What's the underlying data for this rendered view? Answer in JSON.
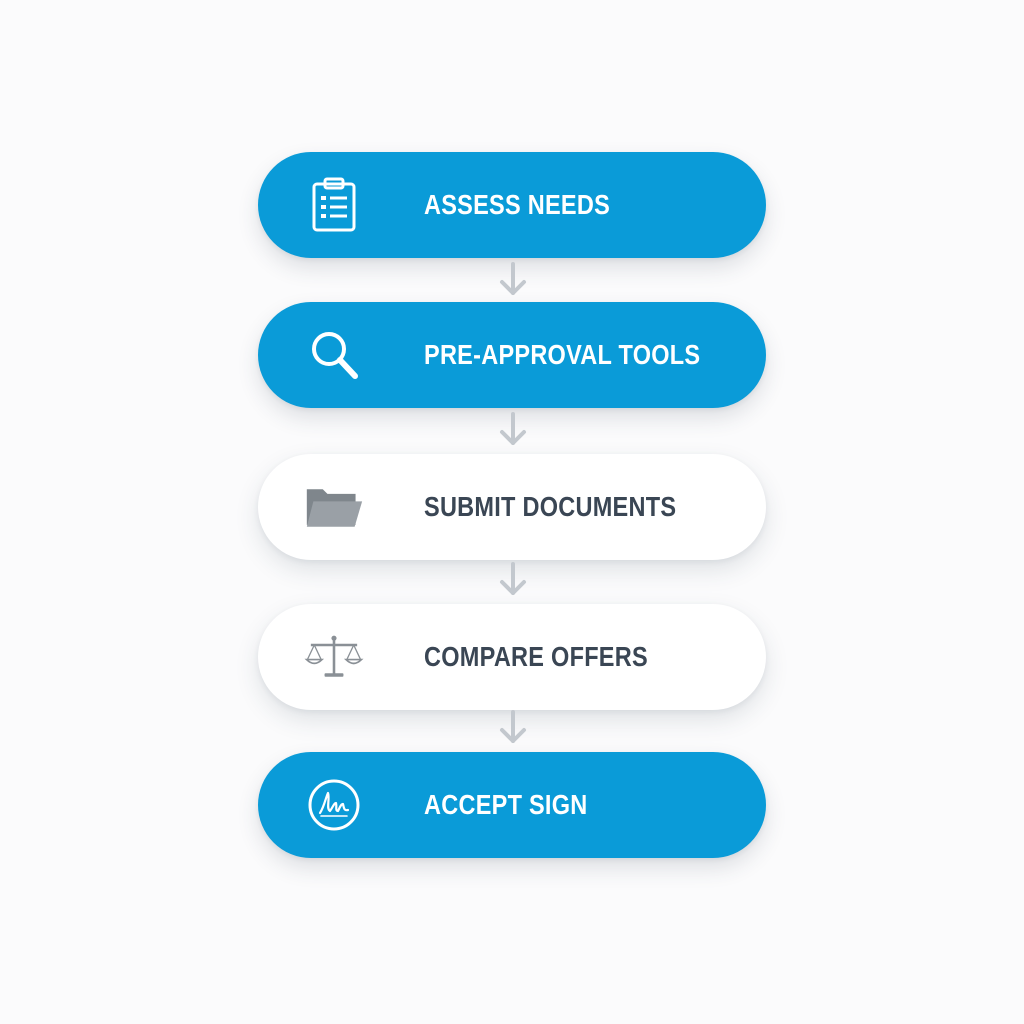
{
  "colors": {
    "accent": "#0a9bd8",
    "card_white": "#ffffff",
    "dark_text": "#3a4654",
    "icon_gray": "#8a9096",
    "arrow_gray": "#c3c8ce"
  },
  "steps": [
    {
      "label": "ASSESS NEEDS",
      "icon": "clipboard-checklist-icon",
      "style": "blue"
    },
    {
      "label": "PRE-APPROVAL TOOLS",
      "icon": "magnifying-glass-icon",
      "style": "blue"
    },
    {
      "label": "SUBMIT DOCUMENTS",
      "icon": "folder-icon",
      "style": "white"
    },
    {
      "label": "COMPARE OFFERS",
      "icon": "balance-scale-icon",
      "style": "white"
    },
    {
      "label": "ACCEPT SIGN",
      "icon": "signature-seal-icon",
      "style": "blue"
    }
  ],
  "connectors": [
    "arrow-down-icon",
    "arrow-down-icon",
    "arrow-down-icon",
    "arrow-down-icon"
  ]
}
